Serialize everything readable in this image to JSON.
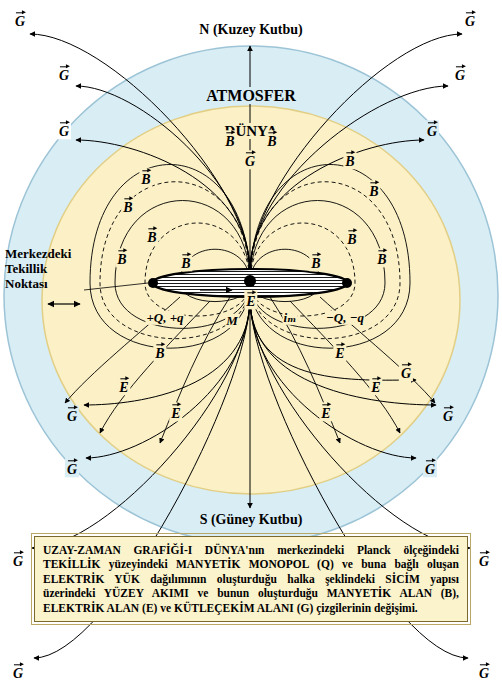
{
  "diagram": {
    "caption": "UZAY-ZAMAN GRAFİĞİ-I DÜNYA'nın merkezindeki Planck ölçeğindeki TEKİLLİK yüzeyindeki MANYETİK MONOPOL (Q) ve buna bağlı oluşan ELEKTRİK YÜK dağılımının oluşturduğu halka şeklindeki SİCİM yapısı üzerindeki YÜZEY AKIMI ve bunun oluşturduğu MANYETİK ALAN (B), ELEKTRİK ALAN (E) ve KÜTLEÇEKİM ALANI (G) çizgilerinin değişimi.",
    "nodes": [
      {
        "text": [
          "ATMOSFER"
        ]
      },
      {
        "text": [
          "DÜNYA"
        ],
        "in": 0
      }
    ],
    "labels": [
      "N (Kuzey Kutbu)",
      "S (Güney Kutbu)",
      "Merkezdeki Tekillik Noktası",
      "+Q, +q",
      "M",
      "iₘ",
      "−Q, −q",
      "G",
      "G",
      "G",
      "G",
      "G",
      "G",
      "G",
      "G",
      "G",
      "G",
      "G",
      "G",
      "G",
      "G",
      "G",
      "G",
      "B",
      "B",
      "B",
      "B",
      "B",
      "B",
      "B",
      "B",
      "B",
      "B",
      "B",
      "B",
      "B",
      "E",
      "E",
      "E",
      "E",
      "E",
      "E"
    ]
  }
}
